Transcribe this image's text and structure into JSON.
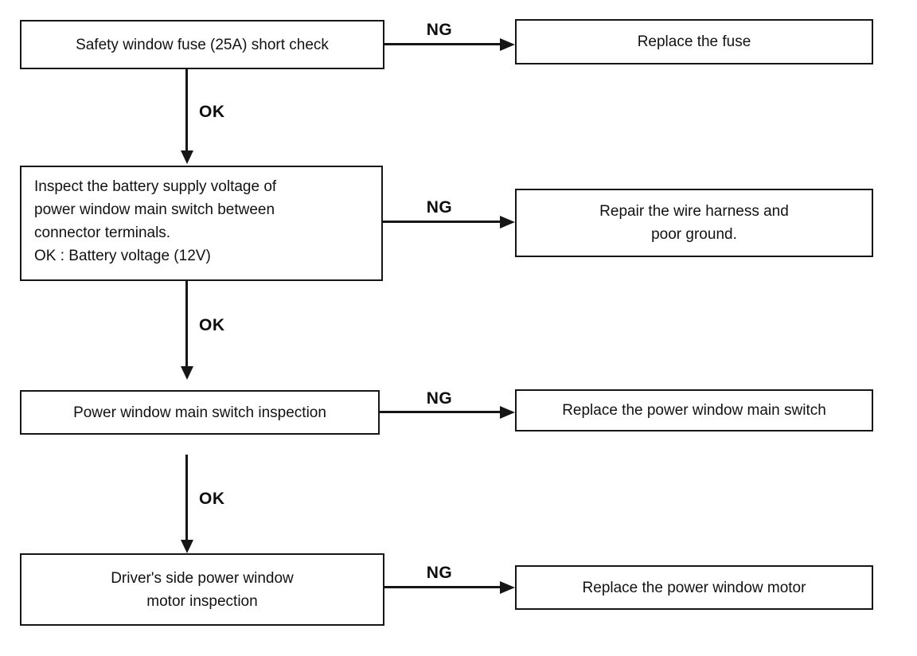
{
  "flowchart": {
    "rows": [
      {
        "step_text": "Safety window fuse (25A) short check",
        "ng_label": "NG",
        "action_text": "Replace the fuse",
        "ok_label": "OK"
      },
      {
        "step_text": "Inspect the battery supply voltage of\npower window main switch between\nconnector terminals.\nOK : Battery voltage (12V)",
        "ng_label": "NG",
        "action_text": "Repair the wire harness and\npoor ground.",
        "ok_label": "OK"
      },
      {
        "step_text": "Power window main switch inspection",
        "ng_label": "NG",
        "action_text": "Replace the power window main switch",
        "ok_label": "OK"
      },
      {
        "step_text": "Driver's side power window\nmotor  inspection",
        "ng_label": "NG",
        "action_text": "Replace the power window motor"
      }
    ]
  }
}
